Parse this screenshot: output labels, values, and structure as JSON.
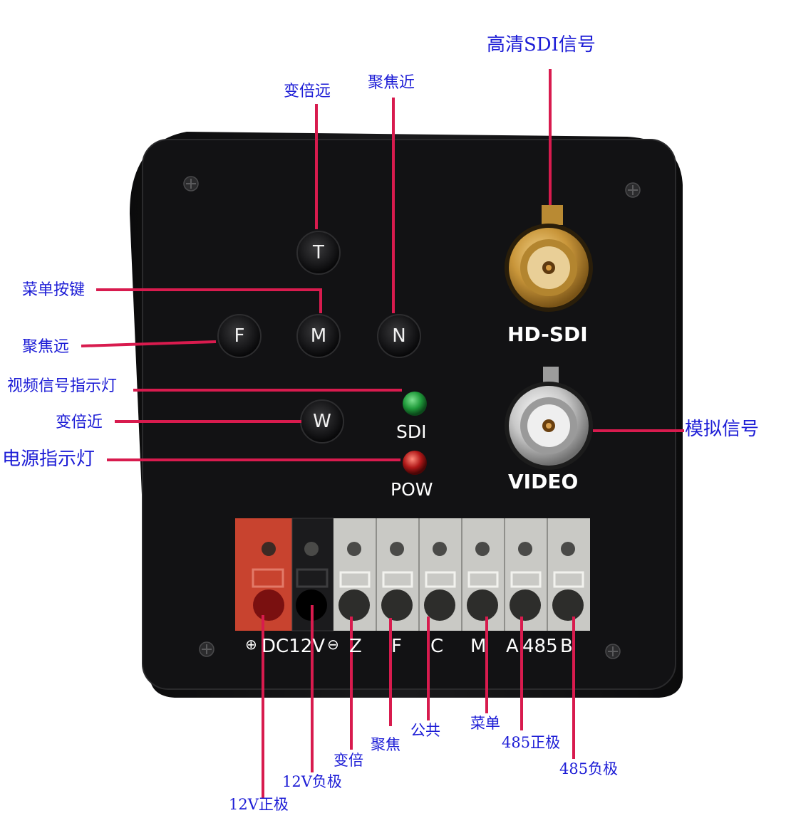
{
  "top_labels": {
    "hd_sdi_signal": "高清SDI信号",
    "zoom_far": "变倍远",
    "focus_near": "聚焦近"
  },
  "left_labels": {
    "menu_key": "菜单按键",
    "focus_far": "聚焦远",
    "video_signal_led": "视频信号指示灯",
    "zoom_near": "变倍近",
    "power_led": "电源指示灯"
  },
  "right_labels": {
    "analog_signal": "模拟信号"
  },
  "buttons": {
    "t": "T",
    "m": "M",
    "f": "F",
    "n": "N",
    "w": "W"
  },
  "leds": {
    "sdi": "SDI",
    "pow": "POW"
  },
  "connectors": {
    "hd_sdi": "HD-SDI",
    "video": "VIDEO"
  },
  "terminal": {
    "plus_symbol": "⊕",
    "dc12v": "DC12V",
    "minus_symbol": "⊖",
    "z": "Z",
    "f": "F",
    "c": "C",
    "m": "M",
    "a": "A",
    "rs485": "485",
    "b": "B"
  },
  "bottom_labels": {
    "v12_positive": "12V正极",
    "v12_negative": "12V负极",
    "zoom": "变倍",
    "focus": "聚焦",
    "common": "公共",
    "menu": "菜单",
    "rs485_positive": "485正极",
    "rs485_negative": "485负极"
  },
  "colors": {
    "label_text": "#1d1dd6",
    "callout_line": "#d81b4e",
    "panel": "#101012",
    "red_terminal": "#c8432f",
    "grey_terminal": "#c9c9c5",
    "gold_connector": "#c9963a",
    "led_green": "#1f9a3a",
    "led_red": "#b01818"
  }
}
